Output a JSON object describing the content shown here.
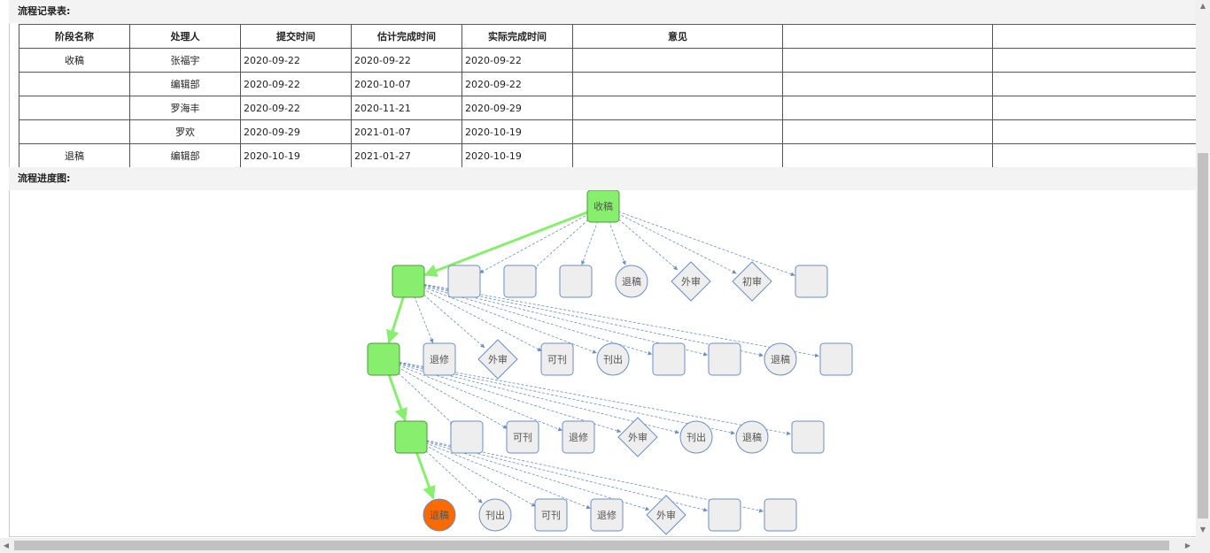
{
  "record_title": "流程记录表:",
  "progress_title": "流程进度图:",
  "table": {
    "headers": [
      "阶段名称",
      "处理人",
      "提交时间",
      "估计完成时间",
      "实际完成时间",
      "意见",
      "",
      ""
    ],
    "rows": [
      [
        "收稿",
        "张福宇",
        "2020-09-22",
        "2020-09-22",
        "2020-09-22",
        "",
        "",
        ""
      ],
      [
        "",
        "编辑部",
        "2020-09-22",
        "2020-10-07",
        "2020-09-22",
        "",
        "",
        ""
      ],
      [
        "",
        "罗海丰",
        "2020-09-22",
        "2020-11-21",
        "2020-09-29",
        "",
        "",
        ""
      ],
      [
        "",
        "罗欢",
        "2020-09-29",
        "2021-01-07",
        "2020-10-19",
        "",
        "",
        ""
      ],
      [
        "退稿",
        "编辑部",
        "2020-10-19",
        "2021-01-27",
        "2020-10-19",
        "",
        "",
        ""
      ]
    ]
  },
  "flow": {
    "colors": {
      "active": "#88ee6e",
      "current": "#ff6a00",
      "inactive": "#eeeeee",
      "stroke": "#6c8ebf",
      "path": "#88ee6e"
    },
    "root": {
      "label": "收稿"
    },
    "levels": [
      {
        "nodes": [
          {
            "shape": "rect",
            "label": "",
            "state": "active"
          },
          {
            "shape": "rect",
            "label": "",
            "state": "inactive"
          },
          {
            "shape": "rect",
            "label": "",
            "state": "inactive"
          },
          {
            "shape": "rect",
            "label": "",
            "state": "inactive"
          },
          {
            "shape": "circle",
            "label": "退稿",
            "state": "inactive"
          },
          {
            "shape": "diamond",
            "label": "外审",
            "state": "inactive"
          },
          {
            "shape": "diamond",
            "label": "初审",
            "state": "inactive"
          },
          {
            "shape": "rect",
            "label": "",
            "state": "inactive"
          }
        ]
      },
      {
        "nodes": [
          {
            "shape": "rect",
            "label": "",
            "state": "active"
          },
          {
            "shape": "rect",
            "label": "退修",
            "state": "inactive"
          },
          {
            "shape": "diamond",
            "label": "外审",
            "state": "inactive"
          },
          {
            "shape": "rect",
            "label": "可刊",
            "state": "inactive"
          },
          {
            "shape": "circle",
            "label": "刊出",
            "state": "inactive"
          },
          {
            "shape": "rect",
            "label": "",
            "state": "inactive"
          },
          {
            "shape": "rect",
            "label": "",
            "state": "inactive"
          },
          {
            "shape": "circle",
            "label": "退稿",
            "state": "inactive"
          },
          {
            "shape": "rect",
            "label": "",
            "state": "inactive"
          }
        ]
      },
      {
        "nodes": [
          {
            "shape": "rect",
            "label": "",
            "state": "active"
          },
          {
            "shape": "rect",
            "label": "",
            "state": "inactive"
          },
          {
            "shape": "rect",
            "label": "可刊",
            "state": "inactive"
          },
          {
            "shape": "rect",
            "label": "退修",
            "state": "inactive"
          },
          {
            "shape": "diamond",
            "label": "外审",
            "state": "inactive"
          },
          {
            "shape": "circle",
            "label": "刊出",
            "state": "inactive"
          },
          {
            "shape": "circle",
            "label": "退稿",
            "state": "inactive"
          },
          {
            "shape": "rect",
            "label": "",
            "state": "inactive"
          }
        ]
      },
      {
        "nodes": [
          {
            "shape": "circle",
            "label": "退稿",
            "state": "current"
          },
          {
            "shape": "circle",
            "label": "刊出",
            "state": "inactive"
          },
          {
            "shape": "rect",
            "label": "可刊",
            "state": "inactive"
          },
          {
            "shape": "rect",
            "label": "退修",
            "state": "inactive"
          },
          {
            "shape": "diamond",
            "label": "外审",
            "state": "inactive"
          },
          {
            "shape": "rect",
            "label": "",
            "state": "inactive"
          },
          {
            "shape": "rect",
            "label": "",
            "state": "inactive"
          }
        ]
      }
    ]
  }
}
